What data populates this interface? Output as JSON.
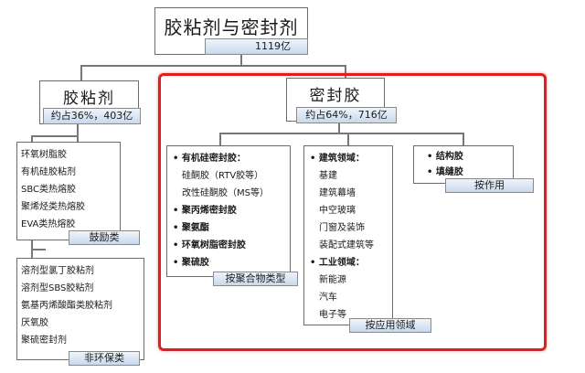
{
  "root": {
    "title": "胶粘剂与密封剂",
    "value": "1119亿"
  },
  "adhesive": {
    "title": "胶粘剂",
    "share": "约占36%，403亿",
    "encouraged": {
      "items": [
        "环氧树脂胶",
        "有机硅胶粘剂",
        "SBC类热熔胶",
        "聚烯烃类热熔胶",
        "EVA类热熔胶"
      ],
      "label": "鼓励类"
    },
    "non_eco": {
      "items": [
        "溶剂型氯丁胶粘剂",
        "溶剂型SBS胶粘剂",
        "氨基丙烯酸酯类胶粘剂",
        "厌氧胶",
        "聚硫密封剂"
      ],
      "label": "非环保类"
    }
  },
  "sealant": {
    "title": "密封胶",
    "share": "约占64%，716亿",
    "by_polymer": {
      "items": [
        {
          "text": "有机硅密封胶：",
          "bold": true
        },
        {
          "text": "硅酮胶（RTV胶等）",
          "bold": false
        },
        {
          "text": "改性硅酮胶（MS等）",
          "bold": false
        },
        {
          "text": "聚丙烯密封胶",
          "bold": true
        },
        {
          "text": "聚氨酯",
          "bold": true
        },
        {
          "text": "环氧树脂密封胶",
          "bold": true
        },
        {
          "text": "聚硫胶",
          "bold": true
        }
      ],
      "label": "按聚合物类型"
    },
    "by_application": {
      "items": [
        {
          "text": "建筑领域：",
          "bold": true
        },
        {
          "text": "基建",
          "bold": false
        },
        {
          "text": "建筑幕墙",
          "bold": false
        },
        {
          "text": "中空玻璃",
          "bold": false
        },
        {
          "text": "门窗及装饰",
          "bold": false
        },
        {
          "text": "装配式建筑等",
          "bold": false
        },
        {
          "text": "工业领域：",
          "bold": true
        },
        {
          "text": "新能源",
          "bold": false
        },
        {
          "text": "汽车",
          "bold": false
        },
        {
          "text": "电子等",
          "bold": false
        }
      ],
      "label": "按应用领域"
    },
    "by_function": {
      "items": [
        {
          "text": "结构胶",
          "bold": true
        },
        {
          "text": "填缝胶",
          "bold": true
        }
      ],
      "label": "按作用"
    }
  },
  "colors": {
    "highlight": "#e01e1e",
    "tag_fill": "#c9d9ec",
    "line": "#777777"
  }
}
